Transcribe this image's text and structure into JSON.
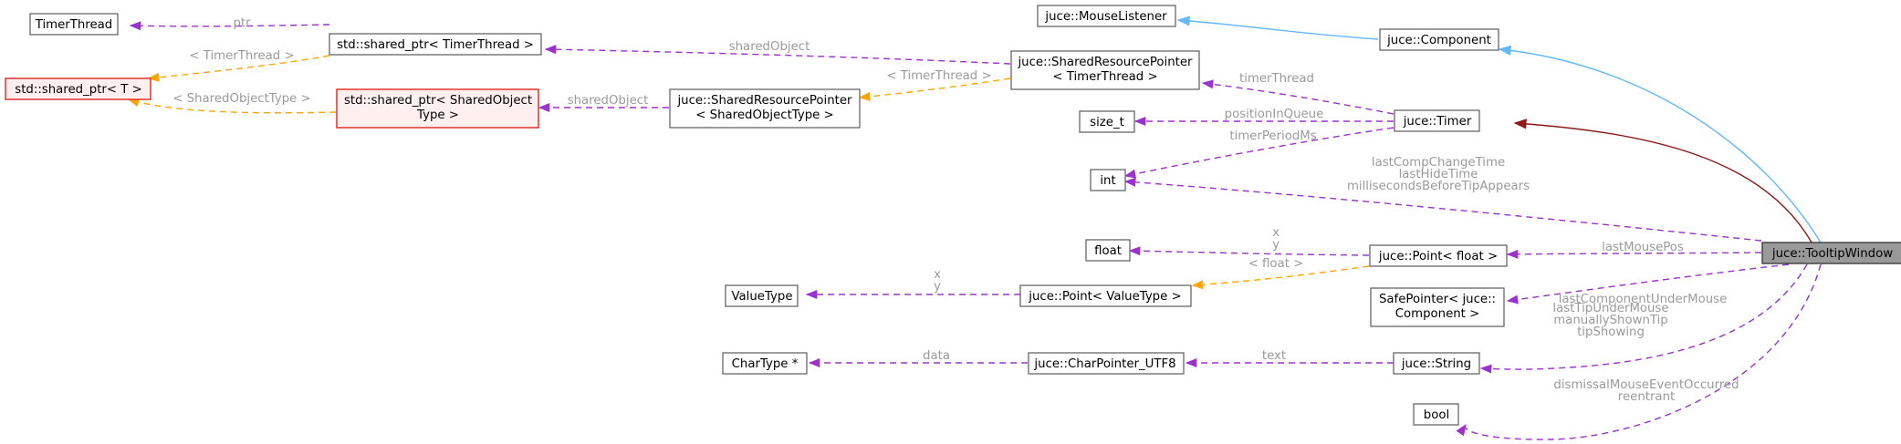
{
  "colors": {
    "usage_edge": "#9a32cd",
    "template_edge": "#ffa500",
    "public_inherit_edge": "#63b8ff",
    "private_inherit_edge": "#8b1a1a",
    "focus_fill": "#999999",
    "incomplete_border": "#e0322e",
    "label_grey": "#9a9a9a"
  },
  "nodes": {
    "timerthread": {
      "lines": [
        "TimerThread"
      ]
    },
    "sp_timerthread": {
      "lines": [
        "std::shared_ptr< TimerThread >"
      ]
    },
    "sp_t": {
      "lines": [
        "std::shared_ptr< T >"
      ]
    },
    "sp_sharedobject": {
      "lines": [
        "std::shared_ptr< SharedObject",
        "Type >"
      ]
    },
    "srp_sharedobject": {
      "lines": [
        "juce::SharedResourcePointer",
        "< SharedObjectType >"
      ]
    },
    "srp_timerthread": {
      "lines": [
        "juce::SharedResourcePointer",
        "< TimerThread >"
      ]
    },
    "mouselistener": {
      "lines": [
        "juce::MouseListener"
      ]
    },
    "component": {
      "lines": [
        "juce::Component"
      ]
    },
    "size_t": {
      "lines": [
        "size_t"
      ]
    },
    "timer": {
      "lines": [
        "juce::Timer"
      ]
    },
    "int": {
      "lines": [
        "int"
      ]
    },
    "float": {
      "lines": [
        "float"
      ]
    },
    "point_float": {
      "lines": [
        "juce::Point< float >"
      ]
    },
    "tooltipwindow": {
      "lines": [
        "juce::TooltipWindow"
      ]
    },
    "valuetype": {
      "lines": [
        "ValueType"
      ]
    },
    "point_valuetype": {
      "lines": [
        "juce::Point< ValueType >"
      ]
    },
    "safepointer": {
      "lines": [
        "SafePointer< juce::",
        "Component >"
      ]
    },
    "chartype": {
      "lines": [
        "CharType *"
      ]
    },
    "charpointer": {
      "lines": [
        "juce::CharPointer_UTF8"
      ]
    },
    "string": {
      "lines": [
        "juce::String"
      ]
    },
    "bool": {
      "lines": [
        "bool"
      ]
    }
  },
  "edges": {
    "e_ptr": {
      "label": [
        "ptr"
      ]
    },
    "e_tt_template": {
      "label": [
        "< TimerThread >"
      ]
    },
    "e_so_template": {
      "label": [
        "< SharedObjectType >"
      ]
    },
    "e_sharedobject_tt": {
      "label": [
        "sharedObject"
      ]
    },
    "e_sharedobject_so": {
      "label": [
        "sharedObject"
      ]
    },
    "e_srp_template": {
      "label": [
        "< TimerThread >"
      ]
    },
    "e_mouselistener": {
      "label": []
    },
    "e_component": {
      "label": []
    },
    "e_timer": {
      "label": []
    },
    "e_timerthread": {
      "label": [
        "timerThread"
      ]
    },
    "e_positioninqueue": {
      "label": [
        "positionInQueue"
      ]
    },
    "e_timerperiod": {
      "label": [
        "timerPeriodMs"
      ]
    },
    "e_int": {
      "label": [
        "lastCompChangeTime",
        "lastHideTime",
        "millisecondsBeforeTipAppears"
      ]
    },
    "e_lastmousepos": {
      "label": [
        "lastMousePos"
      ]
    },
    "e_xy_float": {
      "label": [
        "x",
        "y"
      ]
    },
    "e_float_template": {
      "label": [
        "< float >"
      ]
    },
    "e_xy_valuetype": {
      "label": [
        "x",
        "y"
      ]
    },
    "e_lastcomponent": {
      "label": [
        "lastComponentUnderMouse"
      ]
    },
    "e_data": {
      "label": [
        "data"
      ]
    },
    "e_text": {
      "label": [
        "text"
      ]
    },
    "e_string": {
      "label": [
        "lastTipUnderMouse",
        "manuallyShownTip",
        "tipShowing"
      ]
    },
    "e_bool": {
      "label": [
        "dismissalMouseEventOccurred",
        "reentrant"
      ]
    }
  }
}
